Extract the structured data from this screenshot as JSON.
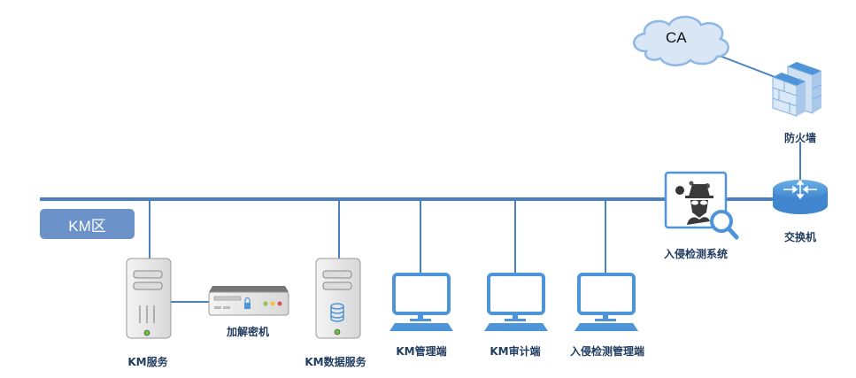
{
  "diagram": {
    "zone_label": "KM区",
    "colors": {
      "line": "#4a7fc1",
      "zone_fill": "#6b92c9",
      "device_blue": "#4d94d8",
      "label_text": "#1f3b5e"
    },
    "nodes": {
      "ca": {
        "label": "CA",
        "icon": "cloud-icon"
      },
      "firewall": {
        "label": "防火墙",
        "icon": "firewall-icon"
      },
      "switch": {
        "label": "交换机",
        "icon": "switch-icon"
      },
      "ids": {
        "label": "入侵检测系统",
        "icon": "intrusion-detection-icon"
      },
      "km_service": {
        "label": "KM服务",
        "icon": "server-icon"
      },
      "crypto": {
        "label": "加解密机",
        "icon": "encryption-device-icon"
      },
      "km_data": {
        "label": "KM数据服务",
        "icon": "database-server-icon"
      },
      "km_admin": {
        "label": "KM管理端",
        "icon": "workstation-icon"
      },
      "km_audit": {
        "label": "KM审计端",
        "icon": "workstation-icon"
      },
      "ids_admin": {
        "label": "入侵检测管理端",
        "icon": "workstation-icon"
      }
    },
    "edges": [
      [
        "ca",
        "firewall"
      ],
      [
        "firewall",
        "switch"
      ],
      [
        "switch",
        "ids"
      ],
      [
        "ids",
        "bus"
      ],
      [
        "bus",
        "km_service"
      ],
      [
        "km_service",
        "crypto"
      ],
      [
        "bus",
        "km_data"
      ],
      [
        "bus",
        "km_admin"
      ],
      [
        "bus",
        "km_audit"
      ],
      [
        "bus",
        "ids_admin"
      ]
    ]
  }
}
